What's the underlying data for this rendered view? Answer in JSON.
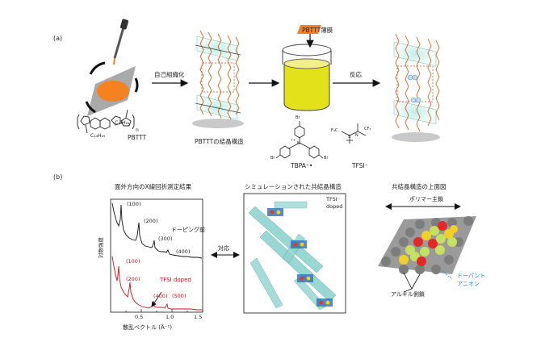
{
  "panel_a": {
    "label": "(a)",
    "molecule_name": "PBTTT",
    "sub_c14h29_top": "C₁₄H₂₉",
    "sub_c14h29_bottom": "C₁₄H₂₉",
    "subscript_n": "n",
    "arrow_self_assembly": "自己組織化",
    "crystal_caption": "PBTTTの結晶構造",
    "film_label": "PBTTT薄膜",
    "tbpa_label": "TBPA⁺•",
    "tfsi_label": "TFSI⁻",
    "reaction_label": "反応",
    "br_labels": [
      "Br",
      "Br",
      "Br"
    ],
    "n_label": "N",
    "radical_dot": "•+",
    "tfsi_formula": {
      "left": "F₃C",
      "right": "CF₃",
      "n": "N",
      "s": "S"
    }
  },
  "panel_b": {
    "label": "(b)",
    "xrd_title": "面外方向のX線回折測定結果",
    "sim_title": "シミュレーションされた共結晶構造",
    "top_title": "共結晶構造の上面図",
    "y_axis_label": "対数強度",
    "x_axis_label": "散乱ベクトル (Å⁻¹)",
    "x_ticks": [
      "0.5",
      "1.0",
      "1.5"
    ],
    "pre_doping_label": "ドーピング前",
    "doped_label": "TFSI  doped",
    "black_peaks": [
      "(100)",
      "(200)",
      "(300)",
      "(400)"
    ],
    "red_peaks": [
      "(100)",
      "(200)",
      "(400)",
      "(500)"
    ],
    "correspondence": "対応",
    "sim_tag_line1": "TFSI⁻",
    "sim_tag_line2": "doped",
    "polymer_backbone": "ポリマー主鎖",
    "dopant_anion_line1": "ドーパント",
    "dopant_anion_line2": "アニオン",
    "alkyl_side_chain": "アルキル側鎖"
  },
  "colors": {
    "beaker_liquid": "#e3e21a",
    "film_orange": "#f58220",
    "backbone_cyan": "#9fd9d3",
    "red_curve": "#d0121b",
    "anion_blue": "#1f8ac0"
  }
}
